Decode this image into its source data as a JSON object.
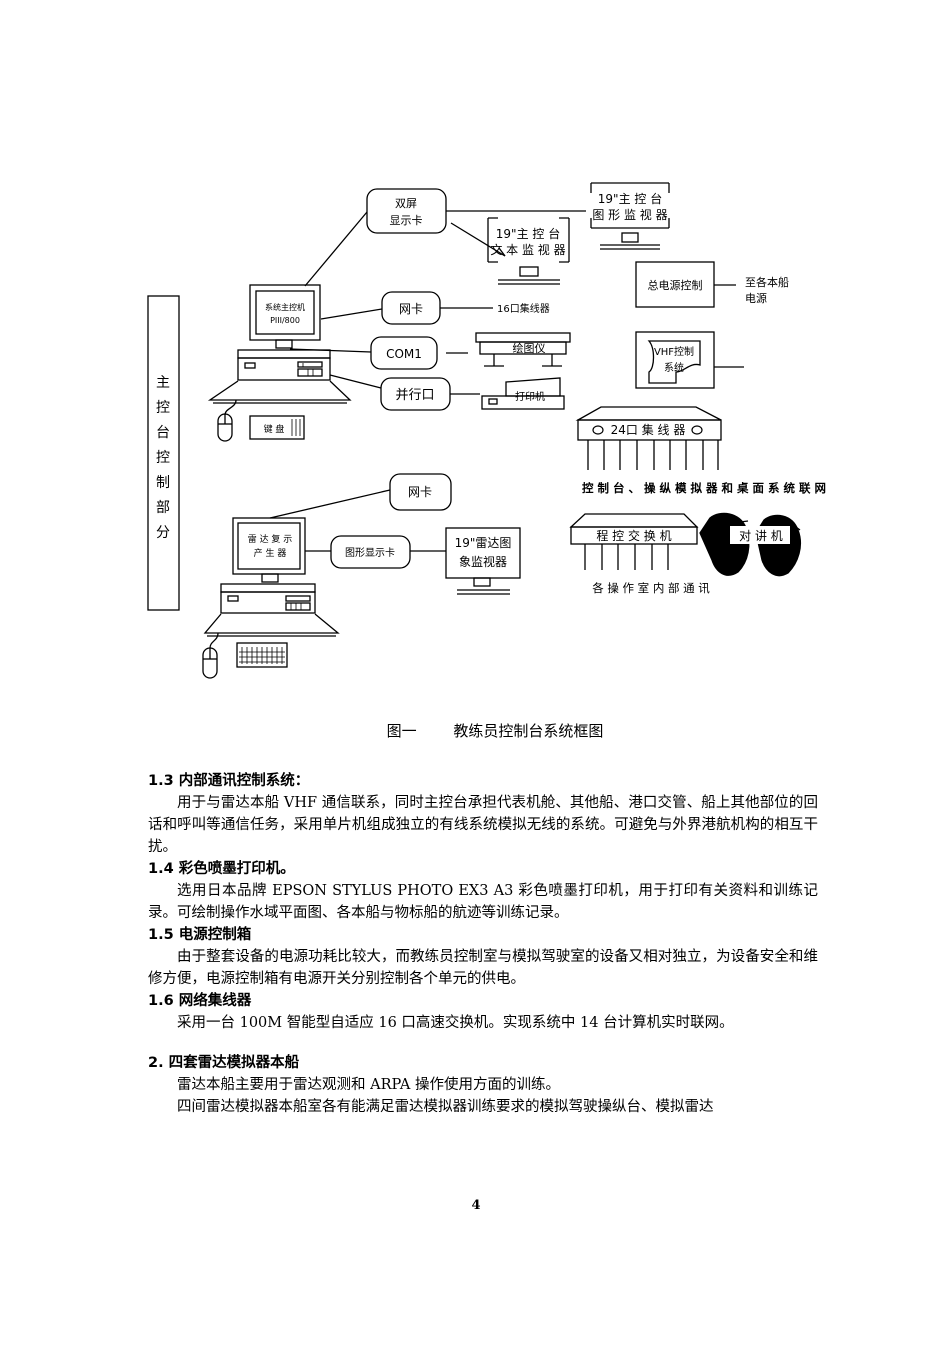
{
  "diagram": {
    "side_label": [
      "主",
      "控",
      "台",
      "控",
      "制",
      "部",
      "分"
    ],
    "dual_screen_card": [
      "双屏",
      "显示卡"
    ],
    "graphics_monitor": [
      "19\"主 控 台",
      "图 形 监 视 器"
    ],
    "text_monitor": [
      "19\"主 控 台",
      "文 本 监 视 器"
    ],
    "main_pc": [
      "系统主控机",
      "PIII/800"
    ],
    "net_card_1": "网卡",
    "hub16": "16口集线器",
    "com1": "COM1",
    "plotter": "绘图仪",
    "parallel_port": "并行口",
    "printer": "打印机",
    "keyboard": "键 盘",
    "power_control": "总电源控制",
    "power_to": [
      "至各本船",
      "电源"
    ],
    "vhf": [
      "VHF控制",
      "系统"
    ],
    "hub24": "24口 集 线 器",
    "hub24_desc": "控 制 台 、 操 纵 模 拟 器 和 桌 面 系 统 联 网",
    "net_card_2": "网卡",
    "radar_generator": [
      "雷 达 复 示",
      "产 生 器"
    ],
    "graphics_card": "图形显示卡",
    "radar_monitor": [
      "19\"雷达图",
      "象监视器"
    ],
    "pbx": "程 控 交 换 机",
    "intercom": "对 讲 机",
    "pbx_desc": "各 操 作 室 内 部 通 讯"
  },
  "caption": {
    "number": "图一",
    "title": "教练员控制台系统框图"
  },
  "sections": [
    {
      "heading": "1.3 内部通讯控制系统：",
      "paragraphs": [
        "用于与雷达本船 VHF 通信联系，同时主控台承担代表机舱、其他船、港口交管、船上其他部位的回话和呼叫等通信任务，采用单片机组成独立的有线系统模拟无线的系统。可避免与外界港航机构的相互干扰。"
      ]
    },
    {
      "heading": "1.4 彩色喷墨打印机。",
      "paragraphs": [
        "选用日本品牌 EPSON STYLUS PHOTO EX3  A3 彩色喷墨打印机，用于打印有关资料和训练记录。可绘制操作水域平面图、各本船与物标船的航迹等训练记录。"
      ]
    },
    {
      "heading": "1.5 电源控制箱",
      "paragraphs": [
        "由于整套设备的电源功耗比较大，而教练员控制室与模拟驾驶室的设备又相对独立，为设备安全和维修方便，电源控制箱有电源开关分别控制各个单元的供电。"
      ]
    },
    {
      "heading": "1.6 网络集线器",
      "paragraphs": [
        "采用一台 100M 智能型自适应 16 口高速交换机。实现系统中 14 台计算机实时联网。"
      ]
    }
  ],
  "section2": {
    "heading": "2. 四套雷达模拟器本船",
    "paragraphs": [
      "雷达本船主要用于雷达观测和 ARPA 操作使用方面的训练。",
      "四间雷达模拟器本船室各有能满足雷达模拟器训练要求的模拟驾驶操纵台、模拟雷达"
    ]
  },
  "page_number": "4"
}
